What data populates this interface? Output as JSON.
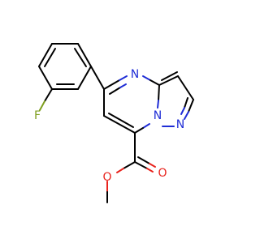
{
  "structure": {
    "atoms": {
      "fluorine": {
        "label": "F",
        "color": "#7f9f1f"
      },
      "n_pyrimidine": {
        "label": "N",
        "color": "#1f2dd6"
      },
      "n_bridge": {
        "label": "N",
        "color": "#1f2dd6"
      },
      "n_pyrazole": {
        "label": "N",
        "color": "#1f2dd6"
      },
      "o_carbonyl": {
        "label": "O",
        "color": "#e8231d"
      },
      "o_ester": {
        "label": "O",
        "color": "#e8231d"
      }
    }
  }
}
